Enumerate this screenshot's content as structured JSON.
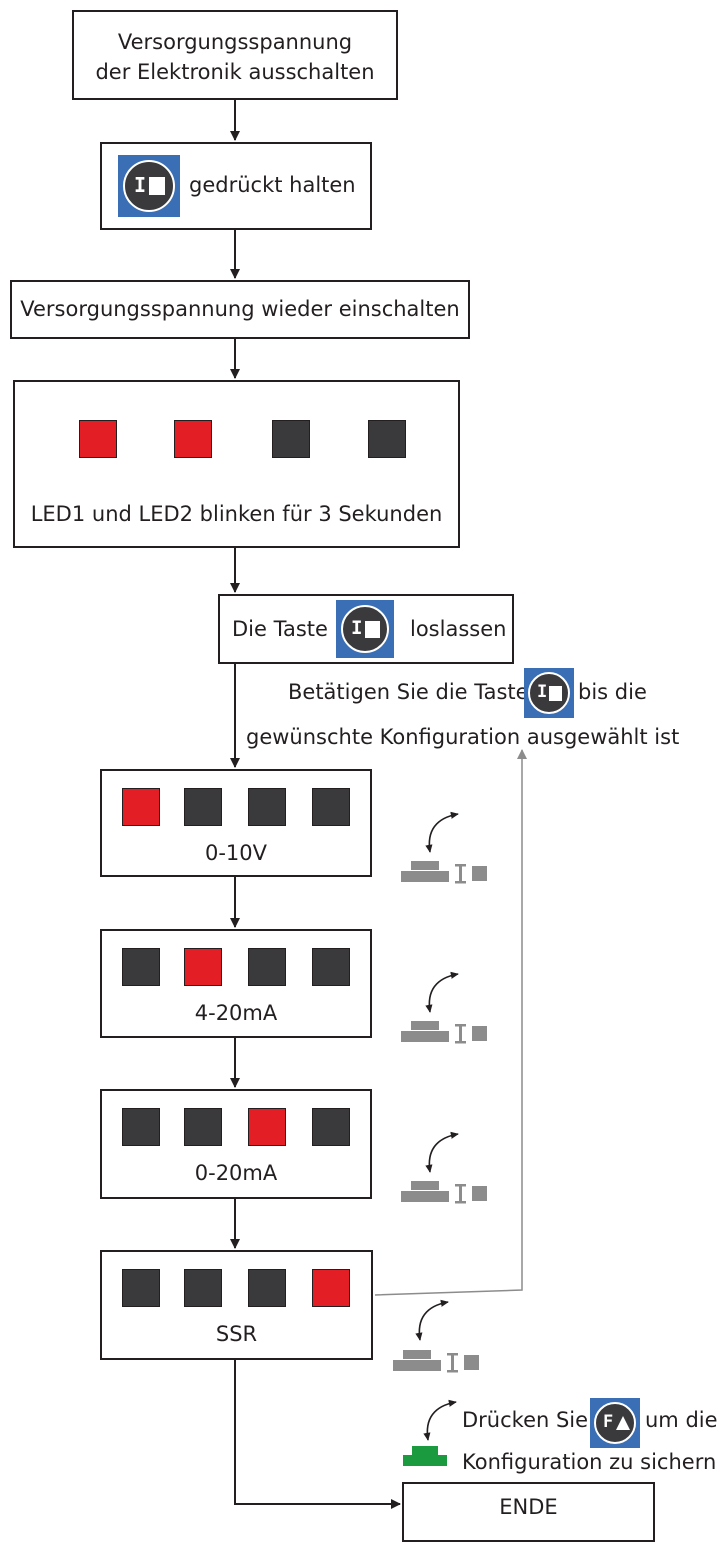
{
  "steps": {
    "power_off": [
      "Versorgungsspannung",
      "der Elektronik ausschalten"
    ],
    "hold_button": "gedrückt halten",
    "power_on": "Versorgungsspannung wieder einschalten",
    "led_blink": "LED1 und LED2 blinken für 3 Sekunden",
    "release_prefix": "Die Taste",
    "release_suffix": "loslassen",
    "press_instruction_1_prefix": "Betätigen Sie die Taste",
    "press_instruction_1_suffix": "bis die",
    "press_instruction_2": "gewünschte Konfiguration ausgewählt ist"
  },
  "configs": [
    {
      "label": "0-10V",
      "leds": [
        1,
        0,
        0,
        0
      ]
    },
    {
      "label": "4-20mA",
      "leds": [
        0,
        1,
        0,
        0
      ]
    },
    {
      "label": "0-20mA",
      "leds": [
        0,
        0,
        1,
        0
      ]
    },
    {
      "label": "SSR",
      "leds": [
        0,
        0,
        0,
        1
      ]
    }
  ],
  "blink_leds": [
    1,
    1,
    0,
    0
  ],
  "save": {
    "line1_prefix": "Drücken Sie",
    "line1_suffix": "um die",
    "line2": "Konfiguration zu sichern"
  },
  "end": "ENDE",
  "colors": {
    "led_on": "#e31e24",
    "led_off": "#3a3a3c",
    "button_frame": "#3a6fb5",
    "save_button": "#1b9a3f",
    "press_icon": "#8c8c8c",
    "loop_arrow": "#8c8c8c"
  },
  "icons": {
    "mode_button": "I-square-button-icon",
    "function_button": "F-triangle-button-icon",
    "press": "press-button-icon"
  }
}
